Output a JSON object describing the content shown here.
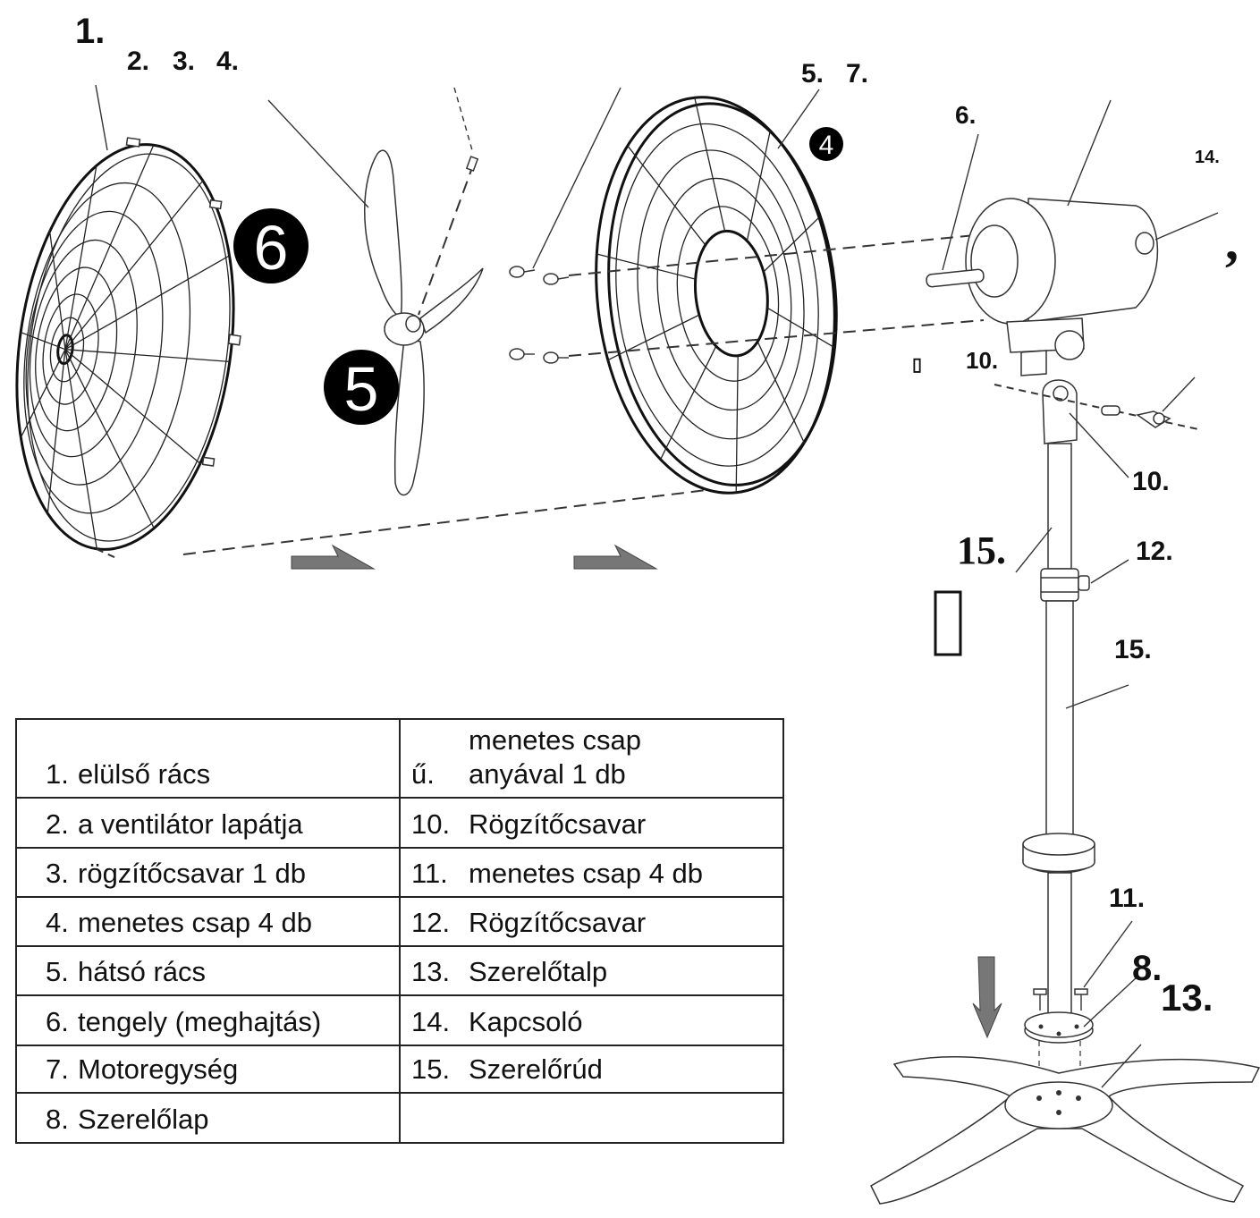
{
  "labels": {
    "l1": "1.",
    "l2": "2.",
    "l3": "3.",
    "l4": "4.",
    "l5": "5.",
    "l7": "7.",
    "l6": "6.",
    "l14": "14.",
    "l10a": "10.",
    "l10b": "10.",
    "l15a": "15.",
    "l12": "12.",
    "l15b": "15.",
    "l11": "11.",
    "l8": "8.",
    "l13": "13.",
    "comma": ",",
    "box_a": "▯",
    "box_b": "▯"
  },
  "badges": {
    "b6": "6",
    "b5": "5",
    "b4": "4"
  },
  "parts_table": {
    "rows": [
      {
        "left_num": "1.",
        "left_text": "elülső rács",
        "right_num": "ű.",
        "right_text": "menetes csap anyával 1 db"
      },
      {
        "left_num": "2.",
        "left_text": "a ventilátor lapátja",
        "right_num": "10.",
        "right_text": "Rögzítőcsavar"
      },
      {
        "left_num": "3.",
        "left_text": "rögzítőcsavar 1 db",
        "right_num": "11.",
        "right_text": "menetes csap 4 db"
      },
      {
        "left_num": "4.",
        "left_text": "menetes csap 4 db",
        "right_num": "12.",
        "right_text": "Rögzítőcsavar"
      },
      {
        "left_num": "5.",
        "left_text": "hátsó rács",
        "right_num": "13.",
        "right_text": "Szerelőtalp"
      },
      {
        "left_num": "6.",
        "left_text": "tengely (meghajtás)",
        "right_num": "14.",
        "right_text": "Kapcsoló"
      },
      {
        "left_num": "7.",
        "left_text": "Motoregység",
        "right_num": "15.",
        "right_text": "Szerelőrúd"
      },
      {
        "left_num": "8.",
        "left_text": "Szerelőlap",
        "right_num": "",
        "right_text": ""
      }
    ]
  }
}
